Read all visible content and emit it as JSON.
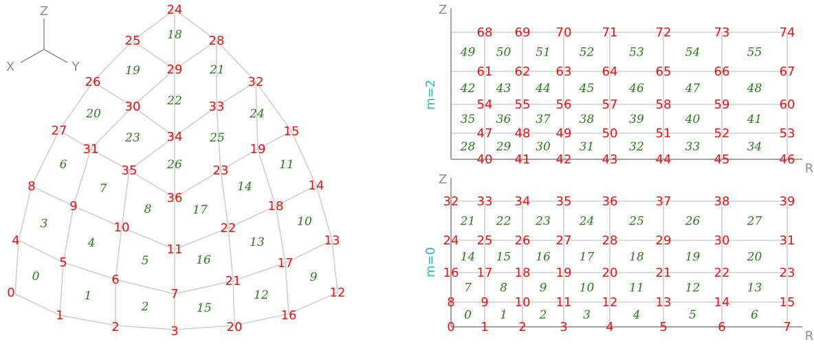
{
  "left_mesh": {
    "triad": {
      "z_label": "Z",
      "x_label": "X",
      "y_label": "Y"
    },
    "node_labels": [
      "0",
      "1",
      "2",
      "3",
      "4",
      "5",
      "6",
      "7",
      "8",
      "9",
      "10",
      "11",
      "12",
      "13",
      "14",
      "15",
      "16",
      "17",
      "18",
      "19",
      "20",
      "21",
      "22",
      "23",
      "24",
      "25",
      "26",
      "27",
      "28",
      "29",
      "30",
      "31",
      "32",
      "33",
      "34",
      "35",
      "36"
    ],
    "face_labels": [
      "0",
      "1",
      "2",
      "3",
      "4",
      "5",
      "6",
      "7",
      "8",
      "9",
      "10",
      "11",
      "12",
      "13",
      "14",
      "15",
      "16",
      "17",
      "18",
      "19",
      "20",
      "21",
      "22",
      "23",
      "24",
      "25",
      "26"
    ]
  },
  "grid_m2": {
    "mode_label": "m=2",
    "axis_v_label": "Z",
    "axis_h_label": "R",
    "node_labels": [
      "40",
      "41",
      "42",
      "43",
      "44",
      "45",
      "46",
      "47",
      "48",
      "49",
      "50",
      "51",
      "52",
      "53",
      "54",
      "55",
      "56",
      "57",
      "58",
      "59",
      "60",
      "61",
      "62",
      "63",
      "64",
      "65",
      "66",
      "67",
      "68",
      "69",
      "70",
      "71",
      "72",
      "73",
      "74"
    ],
    "face_labels": [
      "28",
      "29",
      "30",
      "31",
      "32",
      "33",
      "34",
      "35",
      "36",
      "37",
      "38",
      "39",
      "40",
      "41",
      "42",
      "43",
      "44",
      "45",
      "46",
      "47",
      "48",
      "49",
      "50",
      "51",
      "52",
      "53",
      "54",
      "55"
    ]
  },
  "grid_m0": {
    "mode_label": "m=0",
    "axis_v_label": "Z",
    "axis_h_label": "R",
    "node_labels": [
      "0",
      "1",
      "2",
      "3",
      "4",
      "5",
      "6",
      "7",
      "8",
      "9",
      "10",
      "11",
      "12",
      "13",
      "14",
      "15",
      "16",
      "17",
      "18",
      "19",
      "20",
      "21",
      "22",
      "23",
      "24",
      "25",
      "26",
      "27",
      "28",
      "29",
      "30",
      "31",
      "32",
      "33",
      "34",
      "35",
      "36",
      "37",
      "38",
      "39"
    ],
    "face_labels": [
      "0",
      "1",
      "2",
      "3",
      "4",
      "5",
      "6",
      "7",
      "8",
      "9",
      "10",
      "11",
      "12",
      "13",
      "14",
      "15",
      "16",
      "17",
      "18",
      "19",
      "20",
      "21",
      "22",
      "23",
      "24",
      "25",
      "26",
      "27"
    ]
  }
}
